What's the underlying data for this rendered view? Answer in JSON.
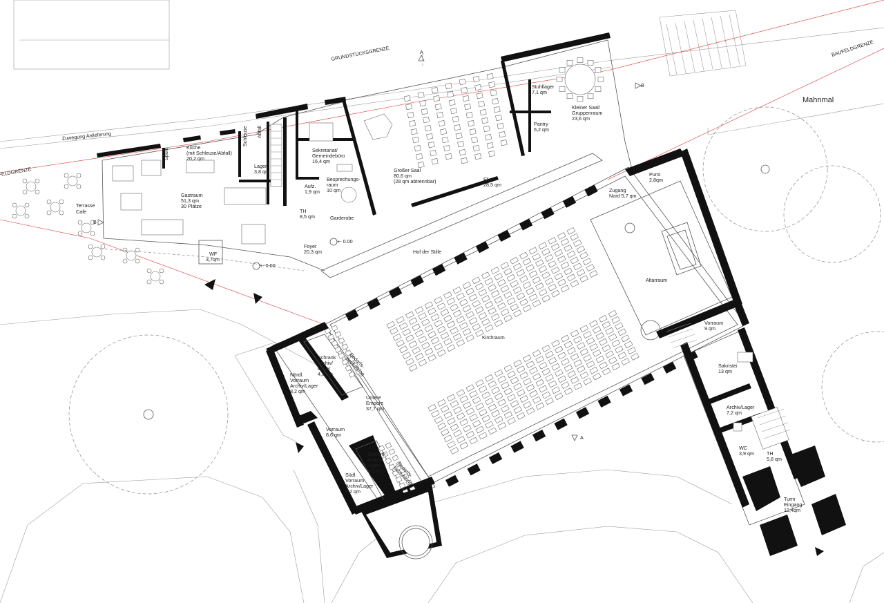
{
  "labels": {
    "grundstuecksgrenze": "GRUNDSTÜCKSGRENZE",
    "baufeldgrenze_right": "BAUFELDGRENZE",
    "baufeldgrenze_left": "FELDGRENZE",
    "mahnmal": "Mahnmal",
    "zuwegung": "Zuwegung Anlieferung",
    "terrasse": [
      "Terrasse",
      "Cafe"
    ],
    "hof": "Hof der Stille",
    "kirchraum": "Kirchraum",
    "altarraum": "Altarraum",
    "level_foyer": "+- 0.00",
    "level_entry": "+- 0.00",
    "section_a": "A",
    "section_b": "B"
  },
  "rooms": {
    "kueche": [
      "Küche",
      "(mit Schleuse/Abfall)",
      "20,2 qm"
    ],
    "spuele": "Spüle",
    "abfall": "Abfall",
    "schleuse": "Schleuse",
    "lager": [
      "Lager",
      "3,8 qm"
    ],
    "sekretariat": [
      "Sekretariat/",
      "Gemeindebüro",
      "16,4 qm"
    ],
    "besprechung": [
      "Besprechungs-",
      "raum",
      "10 qm"
    ],
    "aufz": [
      "Aufz.",
      "1,9 qm"
    ],
    "th_foyer": [
      "TH",
      "8,5 qm"
    ],
    "garderobe": "Garderobe",
    "gastraum": [
      "Gastraum",
      "51,3 qm",
      "30 Plätze"
    ],
    "wf": [
      "WF",
      "3,7qm"
    ],
    "foyer": [
      "Foyer",
      "20,3 qm"
    ],
    "grosser_saal": [
      "Großer Saal",
      "80,6 qm",
      "(28 qm abtrennbar)"
    ],
    "flur": [
      "Flur",
      "28,5 qm"
    ],
    "stuhllager": [
      "Stuhllager",
      "7,1 qm"
    ],
    "pantry": [
      "Pantry",
      "6,2 qm"
    ],
    "kleiner_saal": [
      "Kleiner Saal/",
      "Gruppenraum",
      "23,6 qm"
    ],
    "pumi": [
      "Pumi",
      "2,8qm"
    ],
    "zugang_nord": [
      "Zugang",
      "Nord 5,7 qm"
    ],
    "vorraum_east": [
      "Vorraum",
      "9 qm"
    ],
    "sakristei": [
      "Sakristei",
      "13 qm"
    ],
    "archiv_east": [
      "Archiv/Lager",
      "7,2 qm"
    ],
    "wc": [
      "WC",
      "3,9 qm"
    ],
    "th_east": [
      "TH",
      "5,8 qm"
    ],
    "turm": [
      "Turm",
      "Eingang",
      "12,4qm"
    ],
    "schrank_north": [
      "Schrank",
      "Archiv/",
      "Lager",
      "4,5 qm"
    ],
    "bedarf_north": [
      "Bedarfs-",
      "bestuhlung"
    ],
    "noerdl_vorraum": [
      "Nördl.",
      "Vorraum",
      "Archiv/Lager",
      "8,2 qm"
    ],
    "untere_empore": [
      "Untere",
      "Empore",
      "37,7 qm"
    ],
    "vorraum_west": [
      "Vorraum",
      "8,6 qm"
    ],
    "schrank_south": [
      "Schrank",
      "Archiv/",
      "Lager",
      "4,5 qm"
    ],
    "bedarf_south": [
      "Bedarfs-",
      "bestuhlung"
    ],
    "suedl_vorraum": [
      "Südl.",
      "Vorraum",
      "Archiv/Lager",
      "8,2 qm"
    ]
  },
  "colors": {
    "wall": "#111111",
    "boundary": "#e03030",
    "line": "#9a9a9a"
  }
}
